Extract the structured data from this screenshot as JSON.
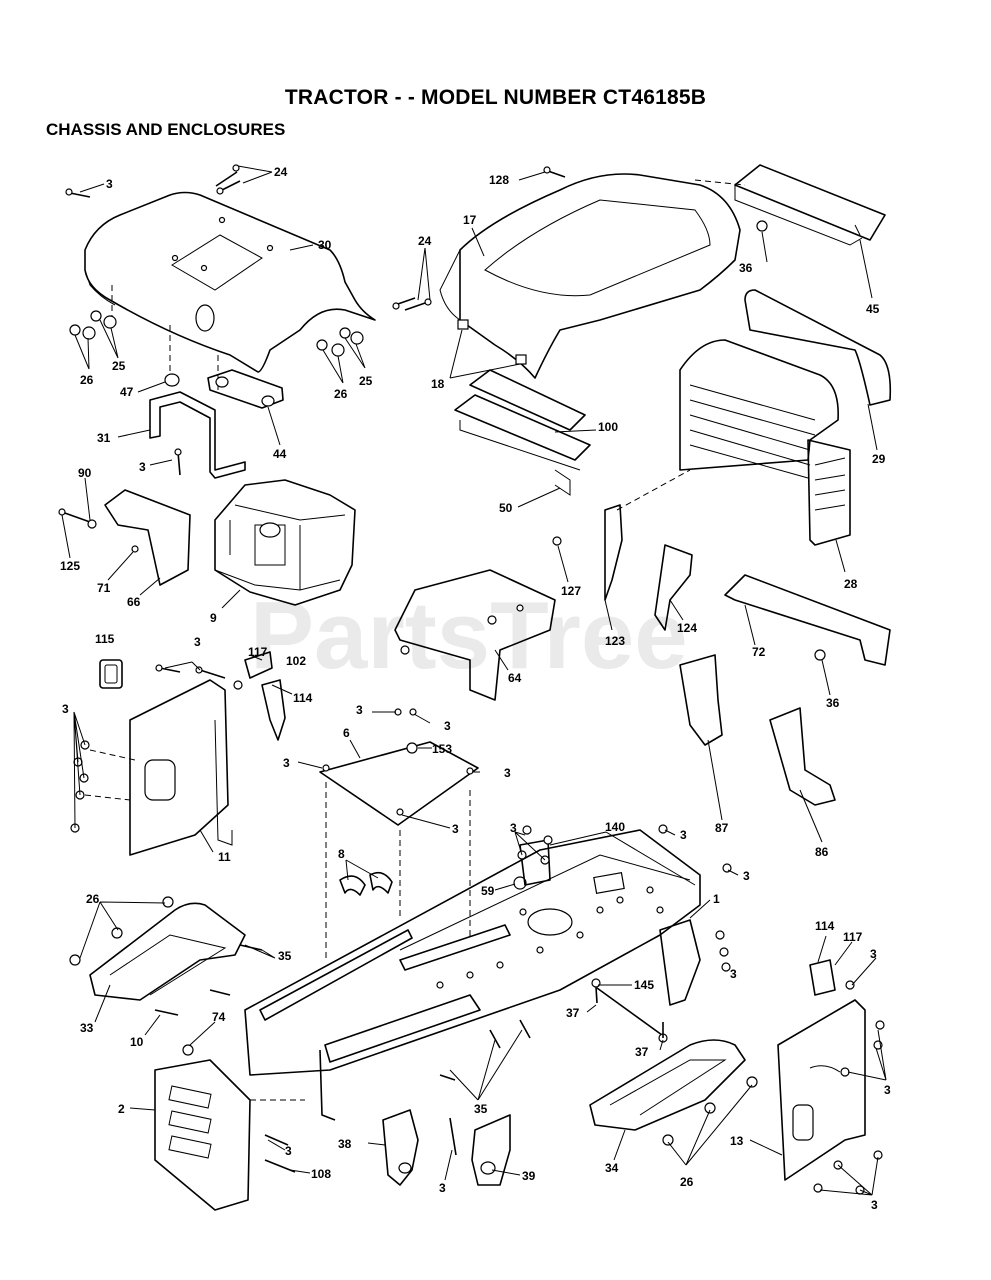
{
  "header": {
    "title": "TRACTOR - - MODEL NUMBER CT46185B",
    "subtitle": "CHASSIS AND ENCLOSURES"
  },
  "watermark": "PartsTree",
  "callouts": [
    {
      "id": "c-3a",
      "label": "3"
    },
    {
      "id": "c-24a",
      "label": "24"
    },
    {
      "id": "c-30",
      "label": "30"
    },
    {
      "id": "c-24b",
      "label": "24"
    },
    {
      "id": "c-25a",
      "label": "25"
    },
    {
      "id": "c-26a",
      "label": "26"
    },
    {
      "id": "c-26b",
      "label": "26"
    },
    {
      "id": "c-25b",
      "label": "25"
    },
    {
      "id": "c-47",
      "label": "47"
    },
    {
      "id": "c-31",
      "label": "31"
    },
    {
      "id": "c-44",
      "label": "44"
    },
    {
      "id": "c-3b",
      "label": "3"
    },
    {
      "id": "c-90",
      "label": "90"
    },
    {
      "id": "c-125",
      "label": "125"
    },
    {
      "id": "c-71",
      "label": "71"
    },
    {
      "id": "c-66",
      "label": "66"
    },
    {
      "id": "c-9",
      "label": "9"
    },
    {
      "id": "c-128",
      "label": "128"
    },
    {
      "id": "c-17",
      "label": "17"
    },
    {
      "id": "c-36a",
      "label": "36"
    },
    {
      "id": "c-45",
      "label": "45"
    },
    {
      "id": "c-18",
      "label": "18"
    },
    {
      "id": "c-100",
      "label": "100"
    },
    {
      "id": "c-29",
      "label": "29"
    },
    {
      "id": "c-50",
      "label": "50"
    },
    {
      "id": "c-127",
      "label": "127"
    },
    {
      "id": "c-28",
      "label": "28"
    },
    {
      "id": "c-123",
      "label": "123"
    },
    {
      "id": "c-124",
      "label": "124"
    },
    {
      "id": "c-72",
      "label": "72"
    },
    {
      "id": "c-36b",
      "label": "36"
    },
    {
      "id": "c-64",
      "label": "64"
    },
    {
      "id": "c-115",
      "label": "115"
    },
    {
      "id": "c-3c",
      "label": "3"
    },
    {
      "id": "c-117a",
      "label": "117"
    },
    {
      "id": "c-102",
      "label": "102"
    },
    {
      "id": "c-114a",
      "label": "114"
    },
    {
      "id": "c-3d",
      "label": "3"
    },
    {
      "id": "c-11",
      "label": "11"
    },
    {
      "id": "c-3e",
      "label": "3"
    },
    {
      "id": "c-3f",
      "label": "3"
    },
    {
      "id": "c-153",
      "label": "153"
    },
    {
      "id": "c-6",
      "label": "6"
    },
    {
      "id": "c-3g",
      "label": "3"
    },
    {
      "id": "c-3h",
      "label": "3"
    },
    {
      "id": "c-3i",
      "label": "3"
    },
    {
      "id": "c-87",
      "label": "87"
    },
    {
      "id": "c-86",
      "label": "86"
    },
    {
      "id": "c-140",
      "label": "140"
    },
    {
      "id": "c-3j",
      "label": "3"
    },
    {
      "id": "c-3k",
      "label": "3"
    },
    {
      "id": "c-3l",
      "label": "3"
    },
    {
      "id": "c-8",
      "label": "8"
    },
    {
      "id": "c-59",
      "label": "59"
    },
    {
      "id": "c-1",
      "label": "1"
    },
    {
      "id": "c-26c",
      "label": "26"
    },
    {
      "id": "c-35a",
      "label": "35"
    },
    {
      "id": "c-3m",
      "label": "3"
    },
    {
      "id": "c-145",
      "label": "145"
    },
    {
      "id": "c-37a",
      "label": "37"
    },
    {
      "id": "c-37b",
      "label": "37"
    },
    {
      "id": "c-114b",
      "label": "114"
    },
    {
      "id": "c-117b",
      "label": "117"
    },
    {
      "id": "c-3n",
      "label": "3"
    },
    {
      "id": "c-33",
      "label": "33"
    },
    {
      "id": "c-10",
      "label": "10"
    },
    {
      "id": "c-74",
      "label": "74"
    },
    {
      "id": "c-2",
      "label": "2"
    },
    {
      "id": "c-35b",
      "label": "35"
    },
    {
      "id": "c-3o",
      "label": "3"
    },
    {
      "id": "c-108",
      "label": "108"
    },
    {
      "id": "c-38",
      "label": "38"
    },
    {
      "id": "c-3p",
      "label": "3"
    },
    {
      "id": "c-39",
      "label": "39"
    },
    {
      "id": "c-34",
      "label": "34"
    },
    {
      "id": "c-26d",
      "label": "26"
    },
    {
      "id": "c-13",
      "label": "13"
    },
    {
      "id": "c-3q",
      "label": "3"
    },
    {
      "id": "c-3r",
      "label": "3"
    }
  ]
}
